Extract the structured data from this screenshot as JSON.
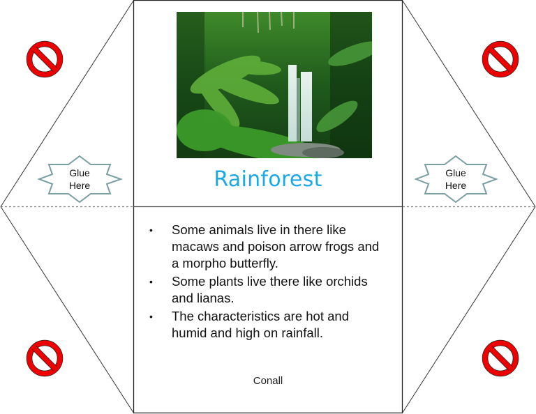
{
  "document": {
    "title": "Rainforest",
    "title_color": "#1aa8e6",
    "image": {
      "alt": "Rainforest waterfall with tree ferns",
      "icon": "rainforest-photo"
    },
    "facts": [
      "Some animals live in there like macaws and poison arrow frogs and  a morpho butterfly.",
      "Some plants live there like orchids and lianas.",
      "The characteristics are hot and humid and high on rainfall."
    ],
    "author": "Conall",
    "bullet": "•"
  },
  "flaps": {
    "glue_left": {
      "line1": "Glue",
      "line2": "Here"
    },
    "glue_right": {
      "line1": "Glue",
      "line2": "Here"
    },
    "no_symbol": {
      "icon": "prohibited-icon",
      "color": "#e00000"
    }
  }
}
